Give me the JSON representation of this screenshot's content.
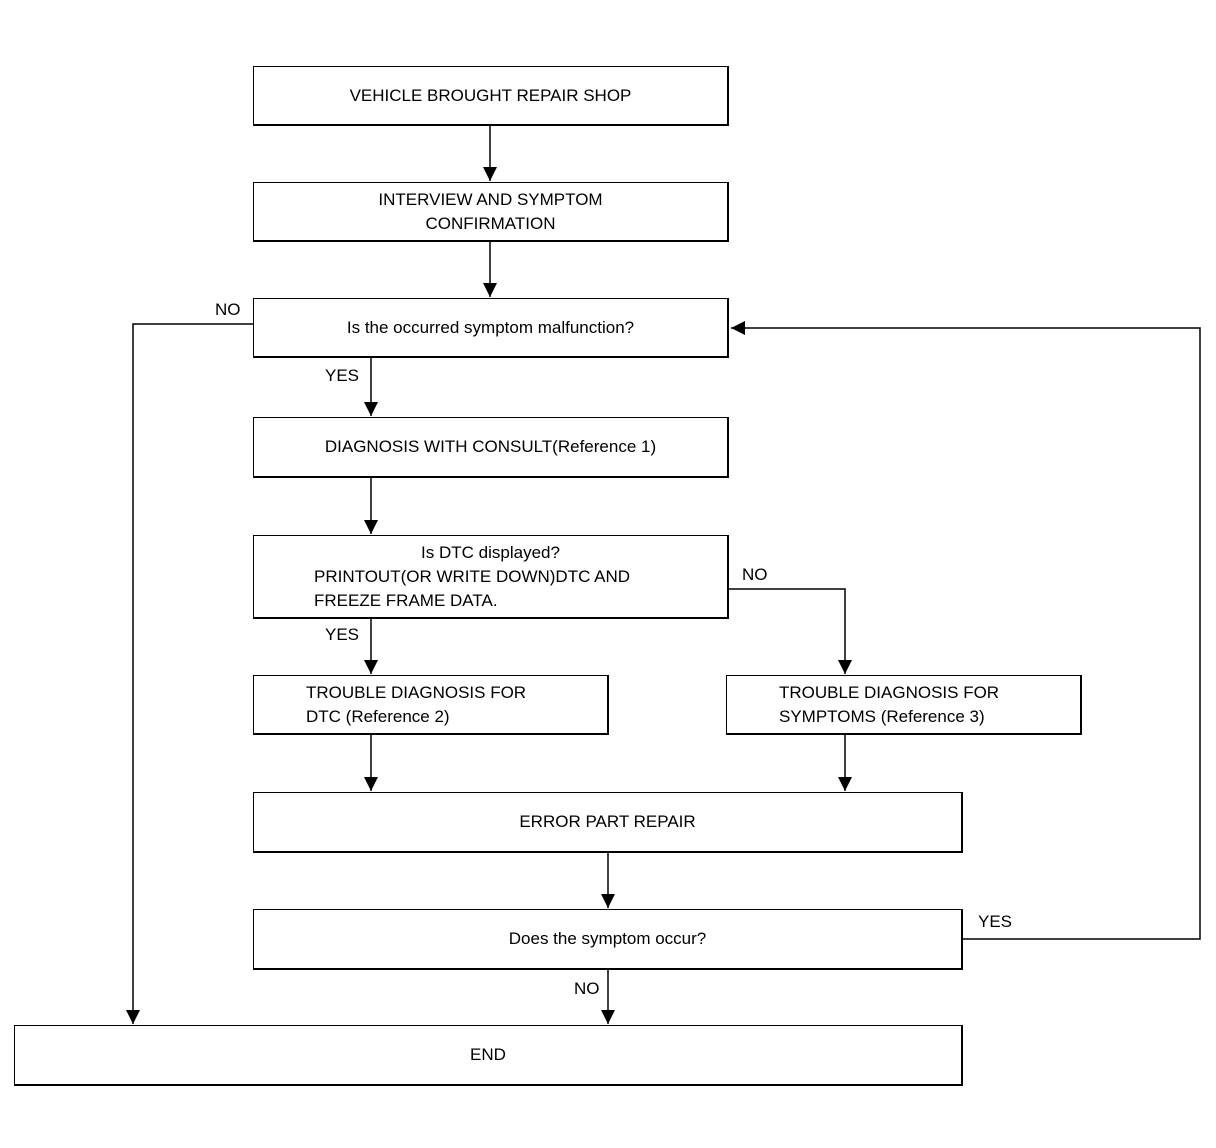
{
  "nodes": {
    "vehicle_brought": [
      "VEHICLE BROUGHT REPAIR SHOP"
    ],
    "interview": [
      "INTERVIEW AND SYMPTOM",
      "CONFIRMATION"
    ],
    "malfunction_q": [
      "Is the occurred symptom malfunction?"
    ],
    "consult": [
      "DIAGNOSIS WITH CONSULT(Reference 1)"
    ],
    "dtc_q": [
      "Is DTC displayed?",
      "PRINTOUT(OR WRITE DOWN)DTC AND",
      "FREEZE FRAME DATA."
    ],
    "dtc_diag": [
      "TROUBLE DIAGNOSIS FOR",
      "DTC (Reference 2)"
    ],
    "symptom_diag": [
      "TROUBLE DIAGNOSIS FOR",
      "SYMPTOMS (Reference 3)"
    ],
    "repair": [
      "ERROR PART REPAIR"
    ],
    "occur_q": [
      "Does the symptom occur?"
    ],
    "end": [
      "END"
    ]
  },
  "edge_labels": {
    "malfunction_no": "NO",
    "malfunction_yes": "YES",
    "dtc_no": "NO",
    "dtc_yes": "YES",
    "occur_yes": "YES",
    "occur_no": "NO"
  }
}
